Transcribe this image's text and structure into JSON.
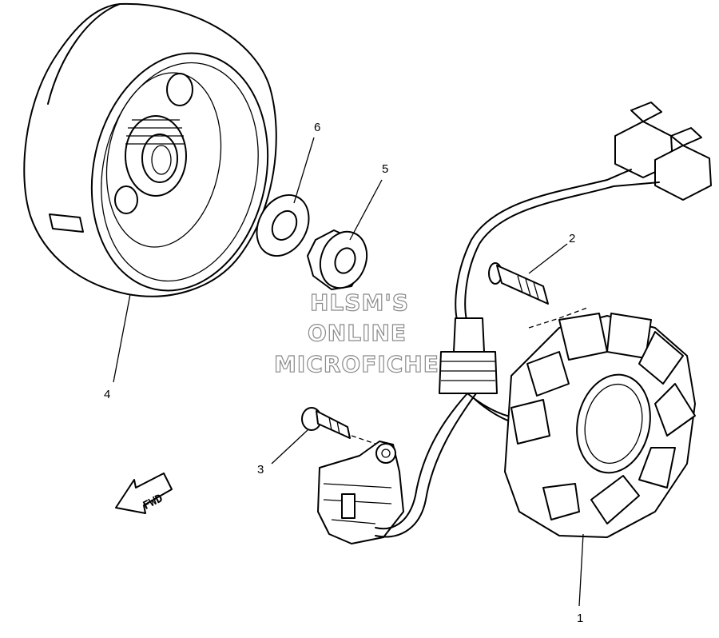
{
  "diagram": {
    "callouts": [
      {
        "id": "1",
        "label": "1"
      },
      {
        "id": "2",
        "label": "2"
      },
      {
        "id": "3",
        "label": "3"
      },
      {
        "id": "4",
        "label": "4"
      },
      {
        "id": "5",
        "label": "5"
      },
      {
        "id": "6",
        "label": "6"
      }
    ],
    "watermark": {
      "line1": "HLSM'S",
      "line2": "ONLINE",
      "line3": "MICROFICHE"
    },
    "fwd_arrow_label": "FWD"
  }
}
